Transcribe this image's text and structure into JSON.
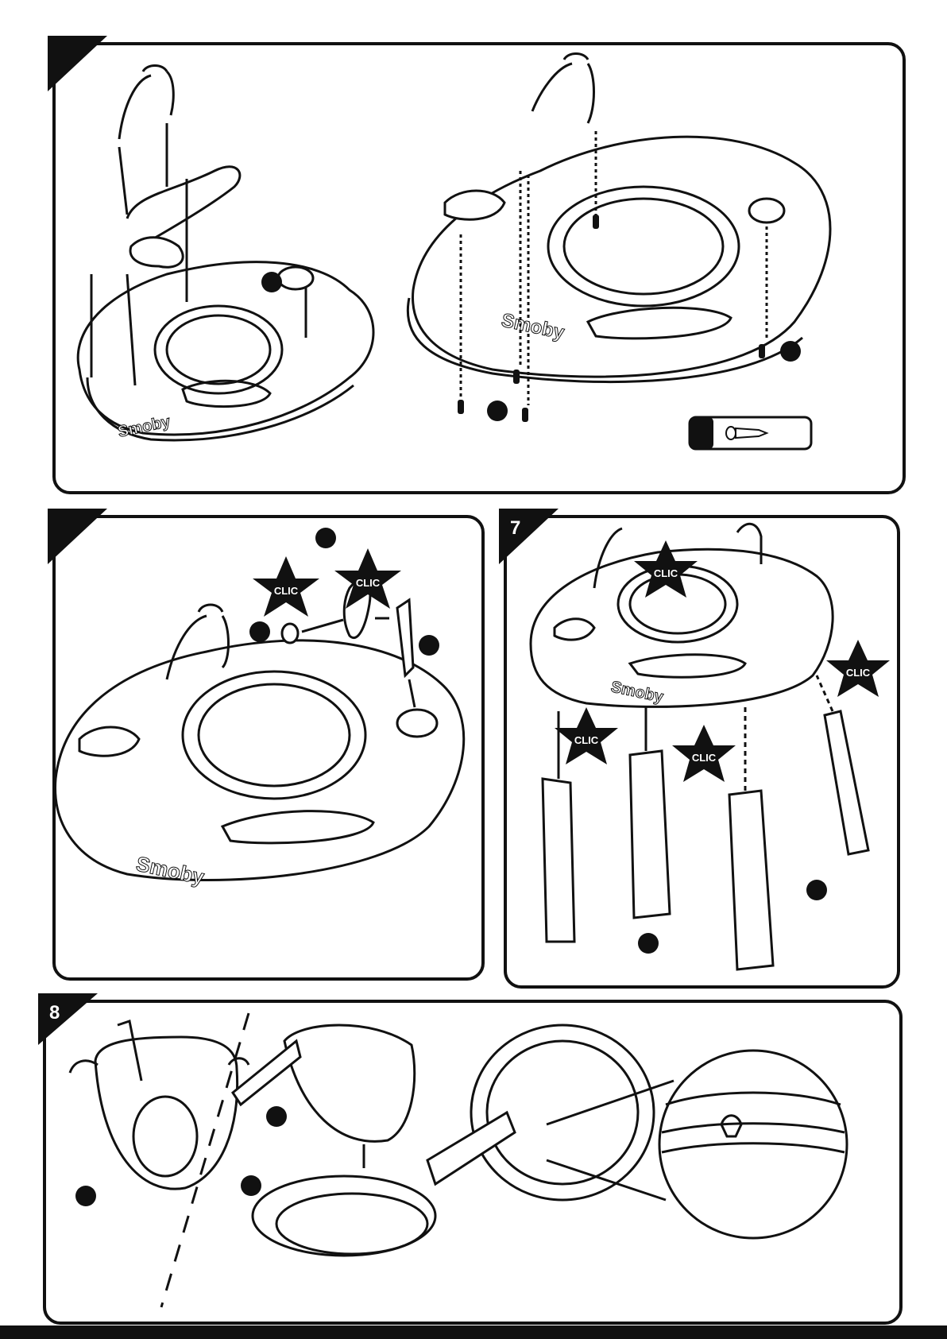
{
  "steps": {
    "step7_number": "7",
    "step8_number": "8"
  },
  "brand": {
    "logo_text": "Smoby"
  },
  "clic_label": "CLIC",
  "colors": {
    "ink": "#111111",
    "paper": "#ffffff",
    "accent_dark": "#111111"
  },
  "icons": {
    "screw": "screw-icon",
    "clic_star": "star-icon",
    "arrow": "arrow-icon"
  }
}
